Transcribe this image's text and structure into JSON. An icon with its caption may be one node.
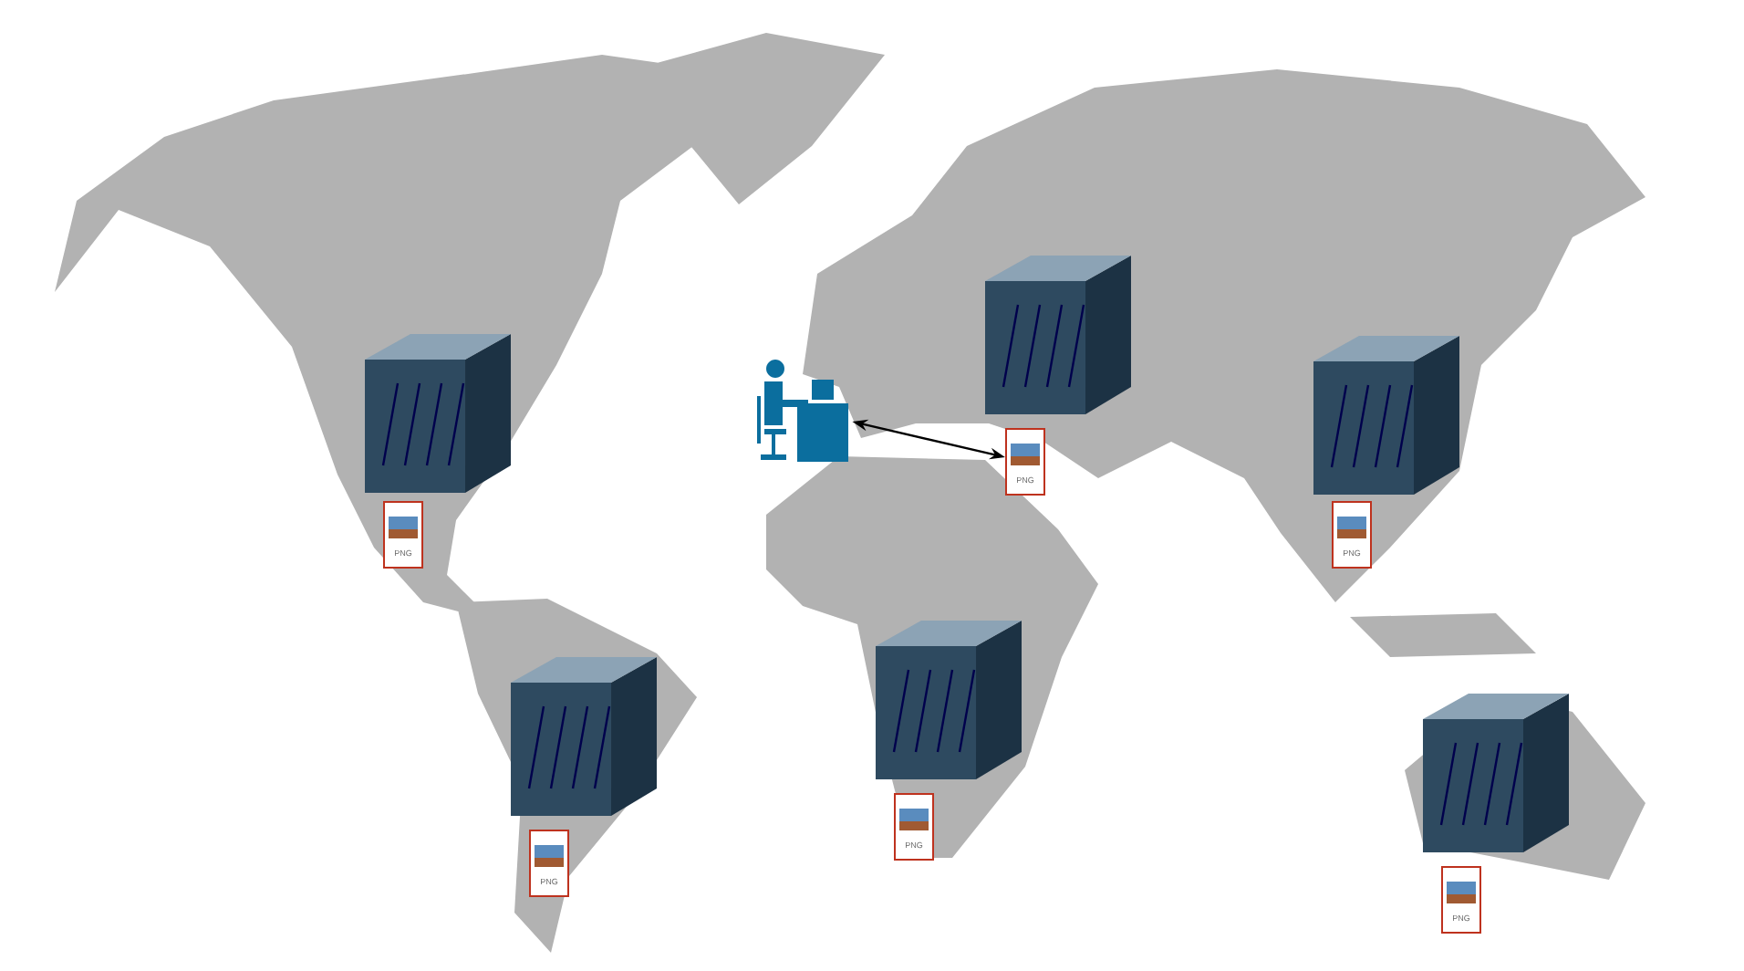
{
  "diagram": {
    "nodes": [
      {
        "text": [],
        "shape": "picture"
      },
      {
        "text": [
          "PNG"
        ]
      },
      {
        "text": [],
        "shape": "person"
      },
      {
        "text": [],
        "shape": "picture"
      },
      {
        "text": [
          "PNG"
        ]
      },
      {
        "text": [],
        "shape": "picture"
      },
      {
        "text": [
          "PNG"
        ]
      },
      {
        "text": [],
        "shape": "picture"
      },
      {
        "text": [
          "PNG"
        ]
      },
      {
        "text": [],
        "shape": "picture"
      },
      {
        "text": [
          "PNG"
        ]
      },
      {
        "text": [],
        "shape": "picture"
      },
      {
        "text": [
          "PNG"
        ]
      }
    ],
    "edges": [
      {
        "from": 2,
        "to": 4,
        "arrow": "both"
      }
    ]
  }
}
